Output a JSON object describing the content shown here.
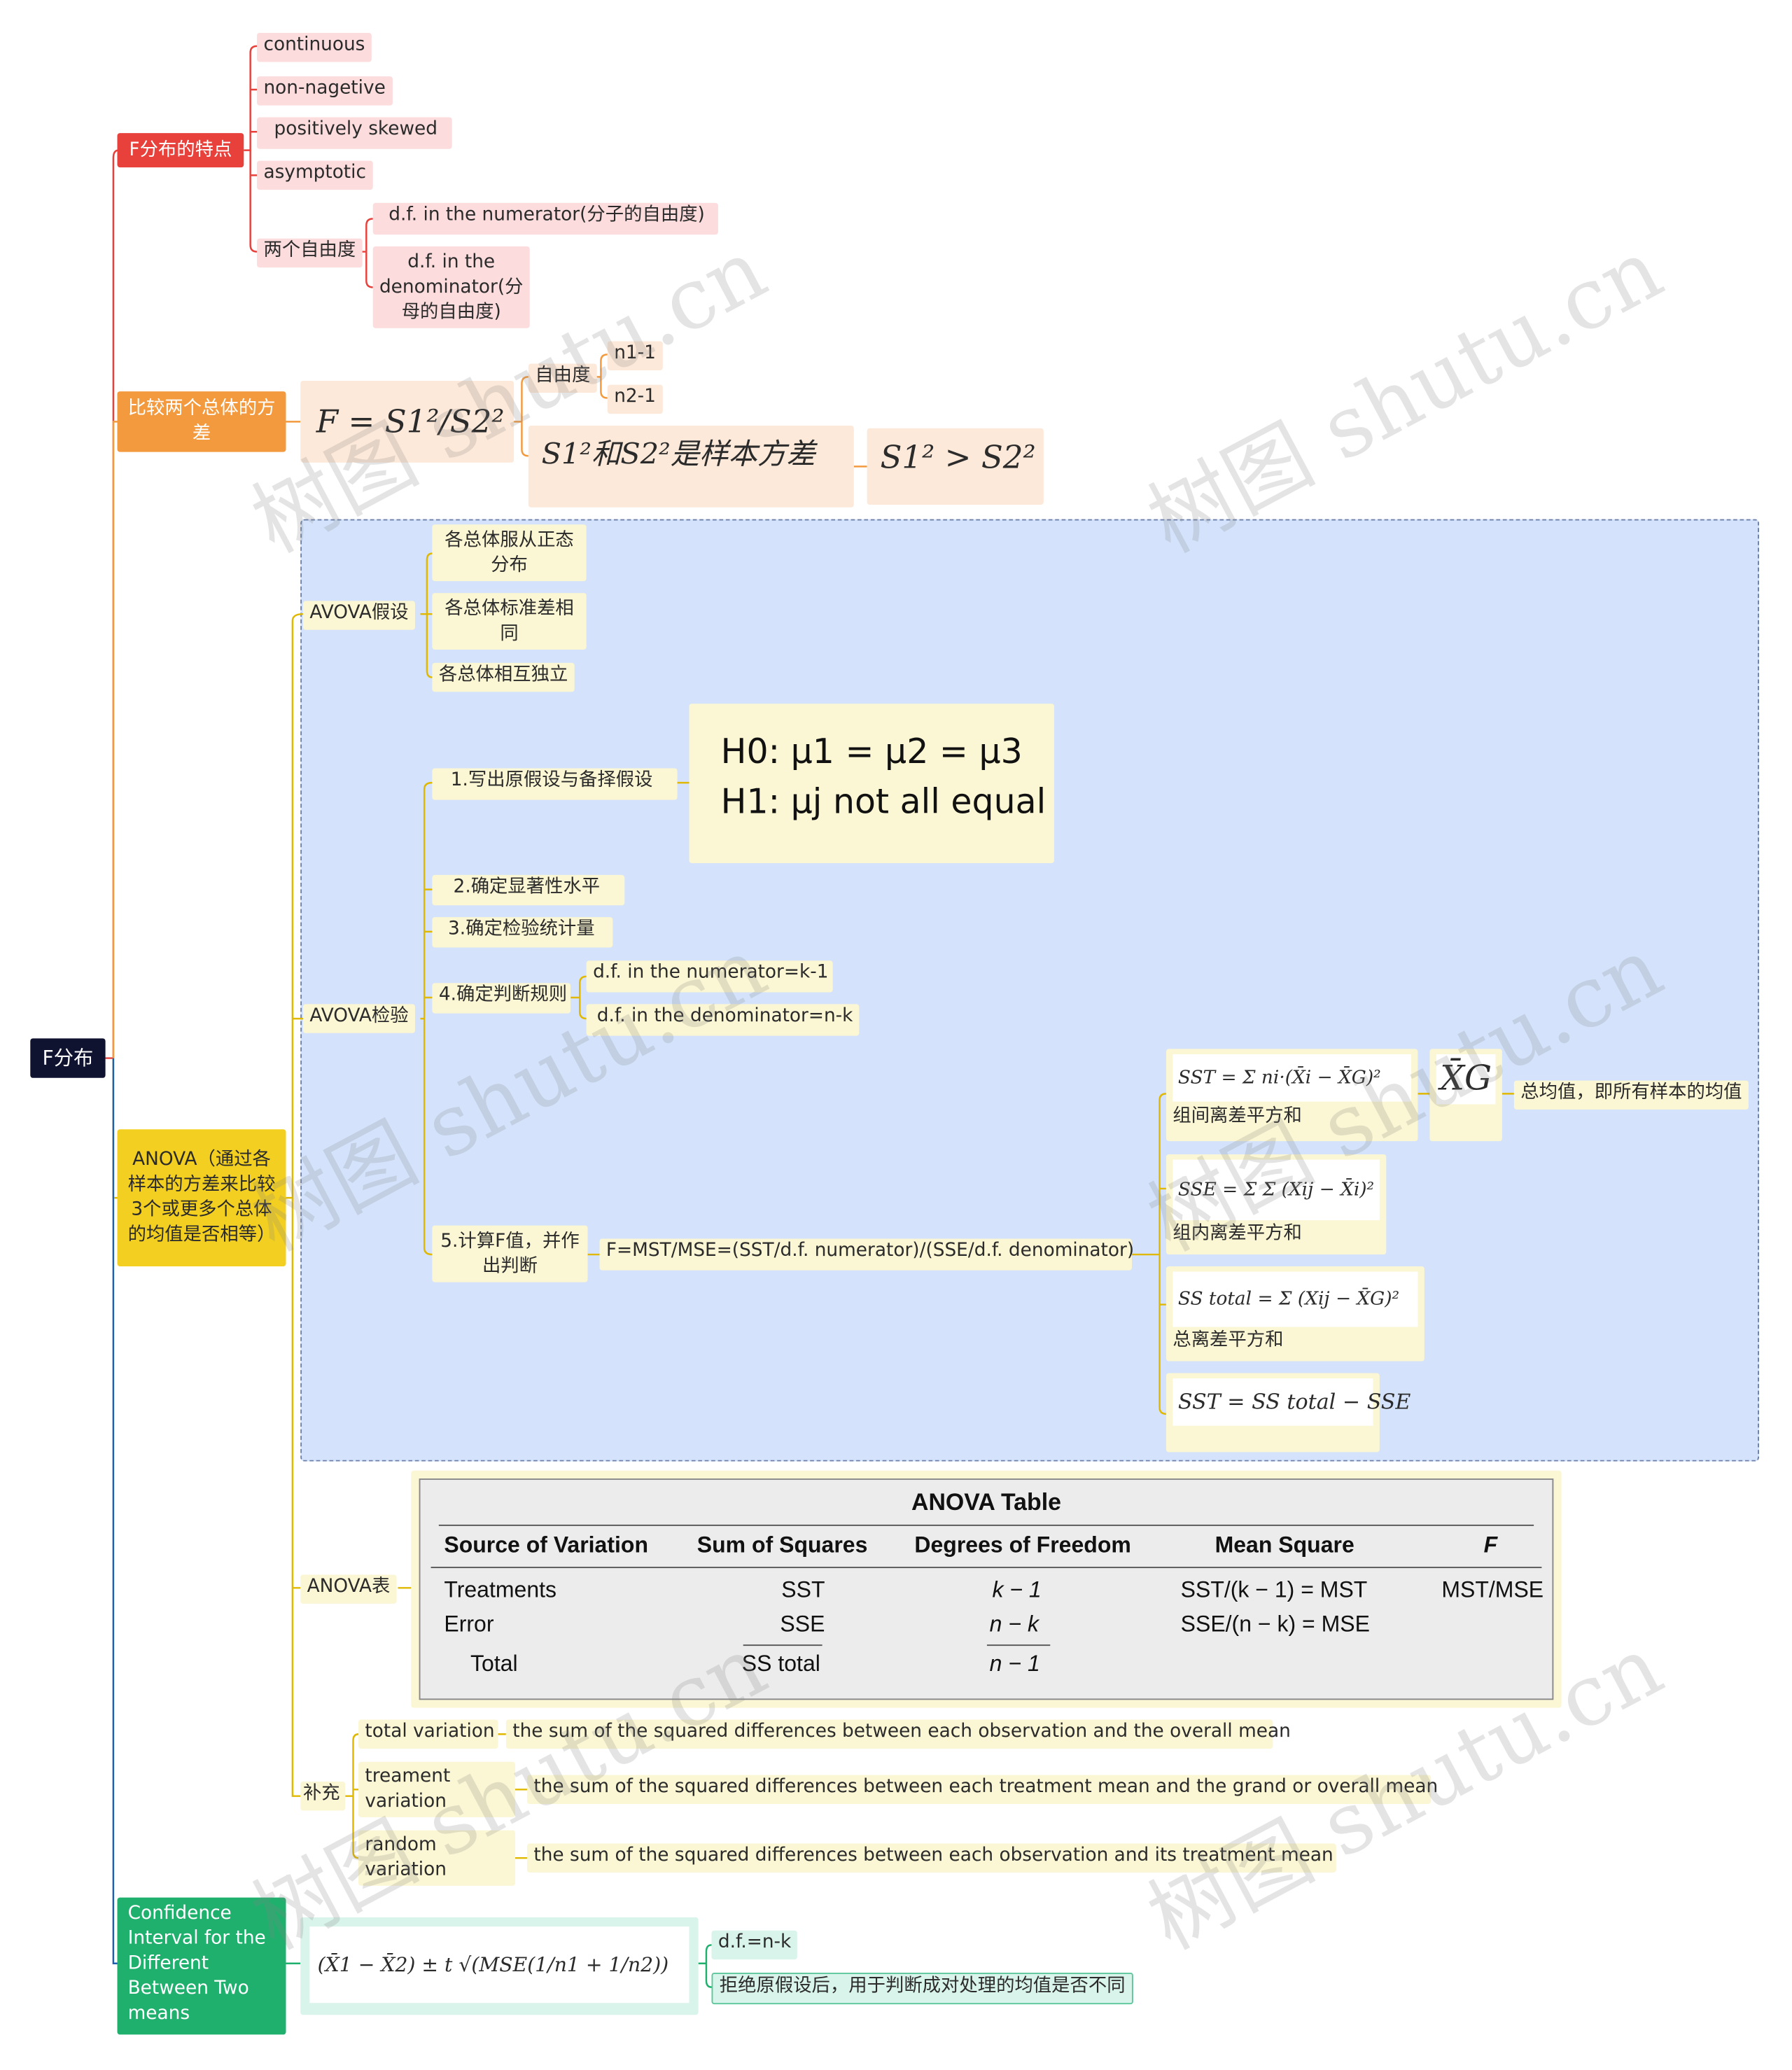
{
  "root": {
    "label": "F分布"
  },
  "features": {
    "label": "F分布的特点",
    "items": [
      "continuous",
      "non-nagetive",
      "positively skewed",
      "asymptotic"
    ],
    "dof_label": "两个自由度",
    "dof_items": [
      "d.f. in the numerator(分子的自由度)",
      "d.f. in the denominator(分母的自由度)"
    ]
  },
  "compare": {
    "label": "比较两个总体的方差",
    "formula": "F = S1²/S2²",
    "dof_label": "自由度",
    "dof_items": [
      "n1-1",
      "n2-1"
    ],
    "sample_note": "S1²和S2²是样本方差",
    "condition": "S1² > S2²"
  },
  "anova": {
    "label": "ANOVA（通过各样本的方差来比较3个或更多个总体的均值是否相等）",
    "assumption_label": "AVOVA假设",
    "assumptions": [
      "各总体服从正态分布",
      "各总体标准差相同",
      "各总体相互独立"
    ],
    "test_label": "AVOVA检验",
    "steps": [
      "1.写出原假设与备择假设",
      "2.确定显著性水平",
      "3.确定检验统计量",
      "4.确定判断规则",
      "5.计算F值，并作出判断"
    ],
    "hypothesis_h0": "H0: μ1 = μ2 = μ3",
    "hypothesis_h1": "H1: μj not all equal",
    "rule_items": [
      "d.f. in the numerator=k-1",
      "d.f. in the denominator=n-k"
    ],
    "f_formula": "F=MST/MSE=(SST/d.f. numerator)/(SSE/d.f. denominator)",
    "sst_formula": "SST = Σ ni·(X̄i − X̄G)²",
    "sst_label": "组间离差平方和",
    "xg_symbol": "X̄G",
    "xg_note": "总均值，即所有样本的均值",
    "sse_formula": "SSE = Σ Σ (Xij − X̄i)²",
    "sse_label": "组内离差平方和",
    "sstotal_formula": "SS total = Σ (Xij − X̄G)²",
    "sstotal_label": "总离差平方和",
    "relation": "SST = SS total − SSE",
    "table_label": "ANOVA表",
    "table": {
      "title": "ANOVA Table",
      "headers": [
        "Source of Variation",
        "Sum of Squares",
        "Degrees of Freedom",
        "Mean Square",
        "F"
      ],
      "rows": [
        [
          "Treatments",
          "SST",
          "k − 1",
          "SST/(k − 1) = MST",
          "MST/MSE"
        ],
        [
          "Error",
          "SSE",
          "n − k",
          "SSE/(n − k) = MSE",
          ""
        ],
        [
          "Total",
          "SS total",
          "n − 1",
          "",
          ""
        ]
      ]
    },
    "supplement_label": "补充",
    "supplements": [
      {
        "term": "total variation",
        "desc": "the sum of the squared differences between each observation and the overall mean"
      },
      {
        "term": "treament variation",
        "desc": "the sum of the squared differences between each treatment mean and the grand or overall mean"
      },
      {
        "term": "random variation",
        "desc": "the sum of the squared differences between each observation and its treatment mean"
      }
    ]
  },
  "ci": {
    "label": "Confidence Interval for the Different Between Two means",
    "formula": "(X̄1 − X̄2) ± t √(MSE(1/n1 + 1/n2))",
    "items": [
      "d.f.=n-k",
      "拒绝原假设后，用于判断成对处理的均值是否不同"
    ]
  },
  "watermark": "树图 shutu.cn",
  "colors": {
    "root": "#0f1330",
    "features": "#e8403b",
    "compare": "#f39a3f",
    "anova": "#f2cf20",
    "ci": "#1fb06e",
    "panel": "#d4e3fb"
  }
}
